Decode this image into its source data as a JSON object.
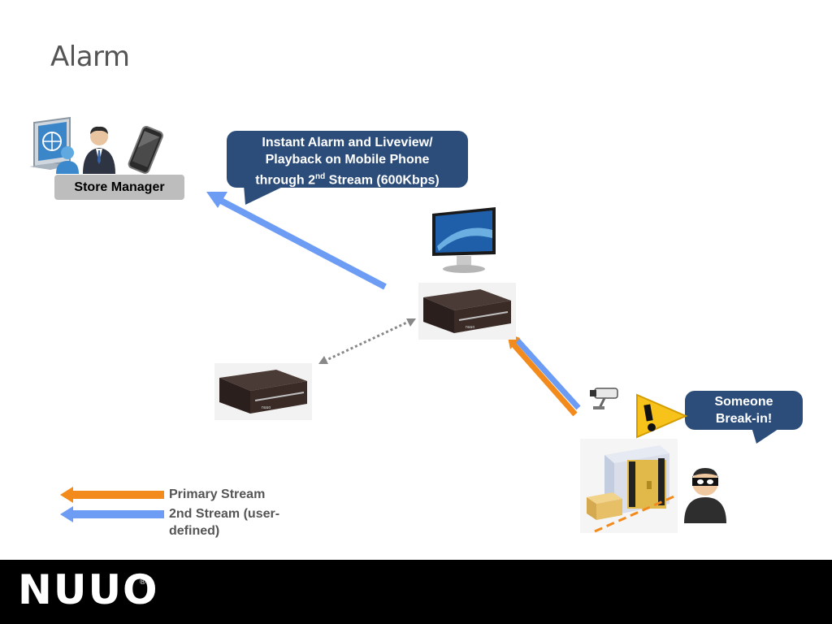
{
  "slide": {
    "title": "Alarm"
  },
  "store_manager": {
    "label": "Store Manager"
  },
  "callout_mobile": {
    "line1": "Instant Alarm and Liveview/",
    "line2": "Playback on Mobile Phone",
    "line3_prefix": "through 2",
    "line3_sup": "nd",
    "line3_suffix": " Stream (600Kbps)"
  },
  "callout_breakin": {
    "line1": "Someone",
    "line2": "Break-in!"
  },
  "legend": {
    "primary": {
      "label": "Primary Stream",
      "color": "#f28a1c"
    },
    "secondary": {
      "label_line1": "2nd Stream (user-",
      "label_line2": "defined)",
      "color": "#6d9cf5"
    }
  },
  "footer": {
    "logo": "NUUO",
    "registered": "®"
  },
  "colors": {
    "callout_bg": "#2c4d7a",
    "title": "#555555",
    "footer_bg": "#000000",
    "dotted_link": "#888888"
  },
  "icons": [
    "computer-icon",
    "user-icon",
    "businessman-icon",
    "smartphone-icon",
    "monitor-icon",
    "nvr-icon",
    "camera-icon",
    "warning-icon",
    "vault-icon",
    "burglar-icon"
  ]
}
